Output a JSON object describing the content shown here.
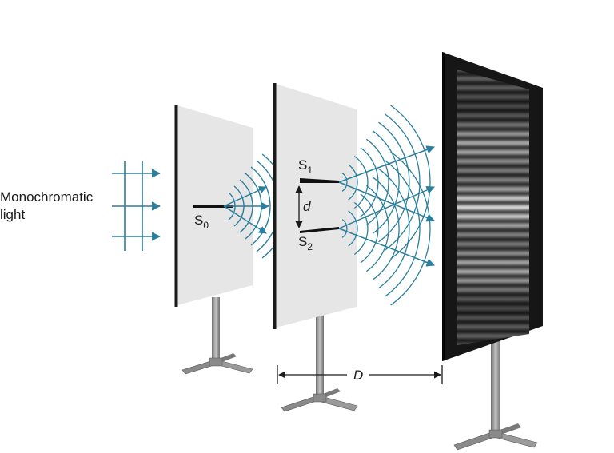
{
  "labels": {
    "source_line1": "Monochromatic",
    "source_line2": "light",
    "slit_s0": "S",
    "slit_s0_sub": "0",
    "slit_s1": "S",
    "slit_s1_sub": "1",
    "slit_s2": "S",
    "slit_s2_sub": "2",
    "slit_separation": "d",
    "screen_distance": "D"
  },
  "colors": {
    "wave": "#2a7f9e",
    "panel": "#e6e6e6",
    "frame": "#1a1a1a",
    "stand": "#8a8a8a"
  },
  "fringes": {
    "count": 30,
    "central_brightness": 0.9
  }
}
